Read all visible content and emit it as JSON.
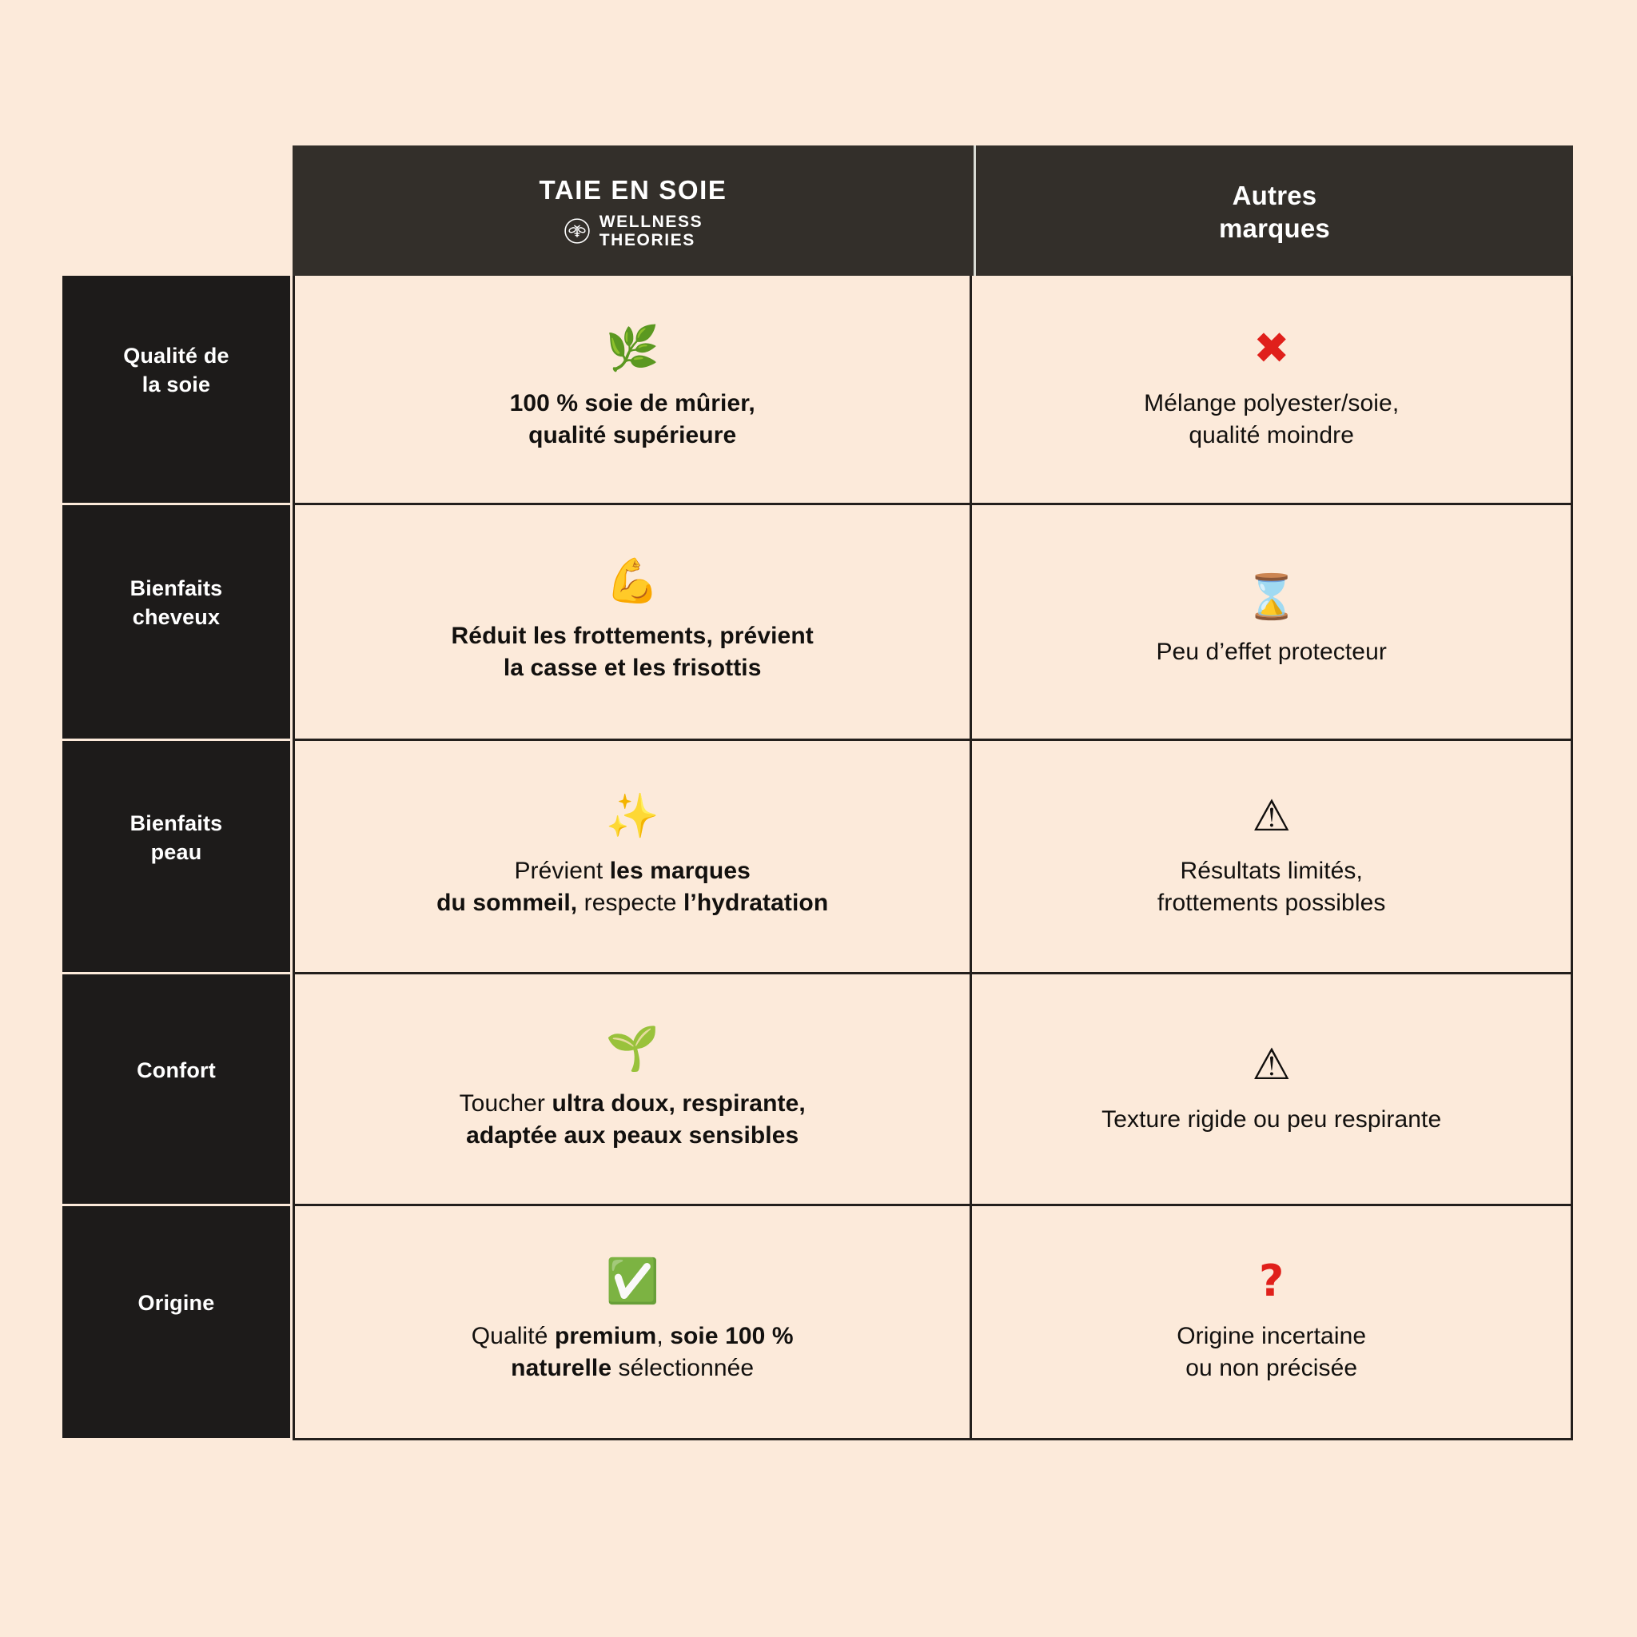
{
  "theme": {
    "page_background": "#fceada",
    "header_background": "#332f2a",
    "label_background": "#1d1b1a",
    "border_color": "#231f1c",
    "accent_red": "#e0201b",
    "text_light": "#ffffff",
    "text_dark": "#12100e"
  },
  "header": {
    "brand": {
      "title": "TAIE EN SOIE",
      "logo_line1": "WELLNESS",
      "logo_line2": "THEORIES",
      "logo_icon": "bee-badge-icon"
    },
    "competitor": {
      "line1": "Autres",
      "line2": "marques"
    }
  },
  "rows": [
    {
      "label": "Qualité de\nla soie",
      "label_line1": "Qualité de",
      "label_line2": "la soie",
      "ours": {
        "icon": "herb-icon",
        "icon_glyph": "🌿",
        "line1": "100 % soie de mûrier,",
        "line2": "qualité supérieure",
        "segments": [
          {
            "text": "100 % soie de mûrier,",
            "bold": true
          },
          {
            "text": "qualité supérieure",
            "bold": true
          }
        ]
      },
      "theirs": {
        "icon": "red-cross-icon",
        "icon_glyph": "✖",
        "icon_color": "#e0201b",
        "line1": "Mélange polyester/soie,",
        "line2": "qualité moindre"
      }
    },
    {
      "label": "Bienfaits\ncheveux",
      "label_line1": "Bienfaits",
      "label_line2": "cheveux",
      "ours": {
        "icon": "flexed-biceps-icon",
        "icon_glyph": "💪",
        "line1": "Réduit les frottements, prévient",
        "line2": "la casse et les frisottis",
        "segments": [
          {
            "text": "Réduit les frottements, prévient",
            "bold": true
          },
          {
            "text": "la casse et les frisottis",
            "bold": true
          }
        ]
      },
      "theirs": {
        "icon": "hourglass-icon",
        "icon_glyph": "⌛",
        "line1": "Peu d’effet protecteur",
        "line2": ""
      }
    },
    {
      "label": "Bienfaits\npeau",
      "label_line1": "Bienfaits",
      "label_line2": "peau",
      "ours": {
        "icon": "sparkles-icon",
        "icon_glyph": "✨",
        "line1": "Prévient les marques",
        "line2": "du sommeil, respecte l’hydratation",
        "segments": [
          {
            "text": "Prévient ",
            "bold": false
          },
          {
            "text": "les marques",
            "bold": true
          },
          {
            "text": "\n",
            "bold": false
          },
          {
            "text": "du sommeil,",
            "bold": true
          },
          {
            "text": " respecte ",
            "bold": false
          },
          {
            "text": "l’hydratation",
            "bold": true
          }
        ]
      },
      "theirs": {
        "icon": "warning-triangle-icon",
        "icon_glyph": "⚠",
        "line1": "Résultats limités,",
        "line2": "frottements possibles"
      }
    },
    {
      "label": "Confort",
      "label_line1": "Confort",
      "label_line2": "",
      "ours": {
        "icon": "seedling-icon",
        "icon_glyph": "🌱",
        "line1": "Toucher ultra doux, respirante,",
        "line2": "adaptée aux peaux sensibles",
        "segments": [
          {
            "text": "Toucher ",
            "bold": false
          },
          {
            "text": "ultra doux, respirante,",
            "bold": true
          },
          {
            "text": "\n",
            "bold": false
          },
          {
            "text": "adaptée aux peaux sensibles",
            "bold": true
          }
        ]
      },
      "theirs": {
        "icon": "warning-triangle-icon",
        "icon_glyph": "⚠",
        "line1": "Texture rigide ou peu respirante",
        "line2": ""
      }
    },
    {
      "label": "Origine",
      "label_line1": "Origine",
      "label_line2": "",
      "ours": {
        "icon": "green-check-icon",
        "icon_glyph": "✅",
        "line1": "Qualité premium, soie 100 %",
        "line2": "naturelle sélectionnée",
        "segments": [
          {
            "text": "Qualité ",
            "bold": false
          },
          {
            "text": "premium",
            "bold": true
          },
          {
            "text": ", ",
            "bold": false
          },
          {
            "text": "soie 100 %",
            "bold": true
          },
          {
            "text": "\n",
            "bold": false
          },
          {
            "text": "naturelle",
            "bold": true
          },
          {
            "text": " sélectionnée",
            "bold": false
          }
        ]
      },
      "theirs": {
        "icon": "red-question-icon",
        "icon_glyph": "❓",
        "icon_color": "#e0201b",
        "line1": "Origine incertaine",
        "line2": "ou non précisée"
      }
    }
  ]
}
